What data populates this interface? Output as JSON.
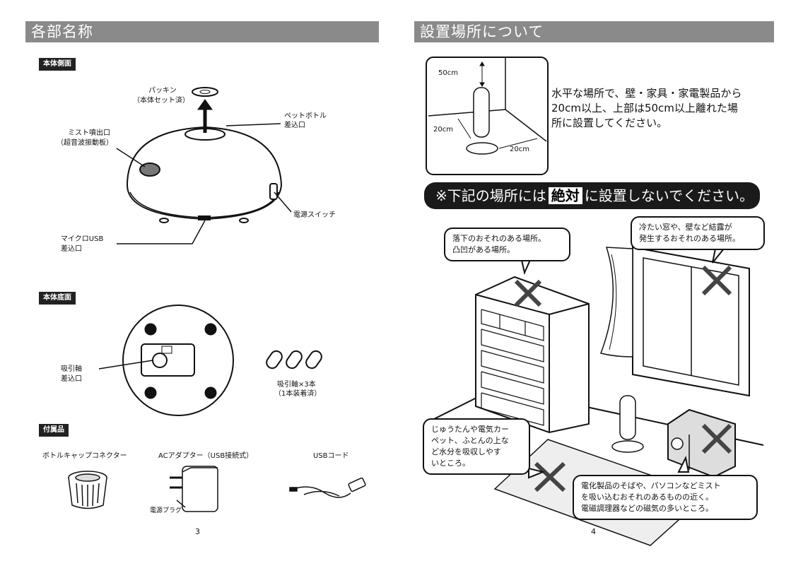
{
  "left": {
    "header": "各部名称",
    "side_tag": "本体側面",
    "side_labels": {
      "packing_1": "パッキン",
      "packing_2": "（本体セット済）",
      "bottle_1": "ペットボトル",
      "bottle_2": "差込口",
      "mist_1": "ミスト噴出口",
      "mist_2": "（超音波振動板）",
      "power": "電源スイッチ",
      "usb_1": "マイクロUSB",
      "usb_2": "差込口"
    },
    "bottom_tag": "本体底面",
    "bottom_labels": {
      "wick_1": "吸引軸",
      "wick_2": "差込口",
      "wicks_1": "吸引軸×3本",
      "wicks_2": "（1本装着済）"
    },
    "acc_tag": "付属品",
    "accessories": [
      "ボトルキャップコネクター",
      "ACアダプター（USB接続式）",
      "USBコード"
    ],
    "plug_label": "電源プラグ",
    "page_number": "3"
  },
  "right": {
    "header": "設置場所について",
    "diagram_labels": {
      "top": "50cm",
      "left": "20cm",
      "right": "20cm"
    },
    "body_text": [
      "水平な場所で、壁・家具・家電製品から",
      "20cm以上、上部は50cm以上離れた場",
      "所に設置してください。"
    ],
    "banner": {
      "before": "※下記の場所には",
      "emphasis": "絶対",
      "after": "に設置しないでください。"
    },
    "callouts": {
      "fall": [
        "落下のおそれのある場所。",
        "凸凹がある場所。"
      ],
      "window": [
        "冷たい窓や、壁など結露が",
        "発生するおそれのある場所。"
      ],
      "carpet": [
        "じゅうたんや電気カー",
        "ペット、ふとんの上な",
        "ど水分を吸収しやす",
        "いところ。"
      ],
      "appliance": [
        "電化製品のそばや、パソコンなどミスト",
        "を吸い込むおそれのあるものの近く。",
        "電磁調理器などの磁気の多いところ。"
      ]
    },
    "page_number": "4"
  }
}
